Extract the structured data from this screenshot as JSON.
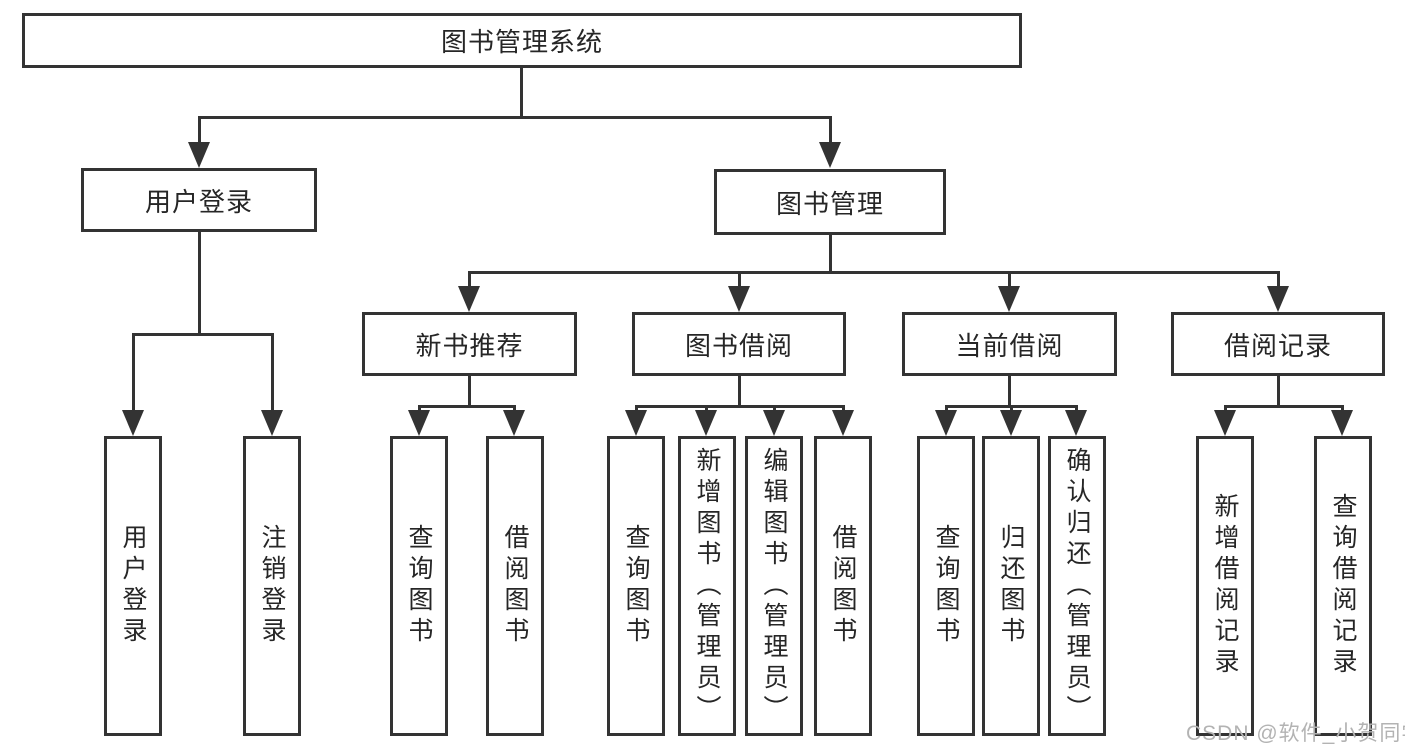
{
  "diagram_title": "图书管理系统",
  "tree": {
    "root": {
      "label": "图书管理系统",
      "children": [
        {
          "label": "用户登录",
          "children": [
            {
              "label": "用户登录"
            },
            {
              "label": "注销登录"
            }
          ]
        },
        {
          "label": "图书管理",
          "children": [
            {
              "label": "新书推荐",
              "children": [
                {
                  "label": "查询图书"
                },
                {
                  "label": "借阅图书"
                }
              ]
            },
            {
              "label": "图书借阅",
              "children": [
                {
                  "label": "查询图书"
                },
                {
                  "label": "新增图书（管理员）"
                },
                {
                  "label": "编辑图书（管理员）"
                },
                {
                  "label": "借阅图书"
                }
              ]
            },
            {
              "label": "当前借阅",
              "children": [
                {
                  "label": "查询图书"
                },
                {
                  "label": "归还图书"
                },
                {
                  "label": "确认归还（管理员）"
                }
              ]
            },
            {
              "label": "借阅记录",
              "children": [
                {
                  "label": "新增借阅记录"
                },
                {
                  "label": "查询借阅记录"
                }
              ]
            }
          ]
        }
      ]
    }
  },
  "watermark": {
    "text": "CSDN @软件_小贺同学"
  },
  "colors": {
    "line": "#333333",
    "text": "#262626",
    "watermark": "#b3b3b3",
    "background": "#ffffff"
  }
}
